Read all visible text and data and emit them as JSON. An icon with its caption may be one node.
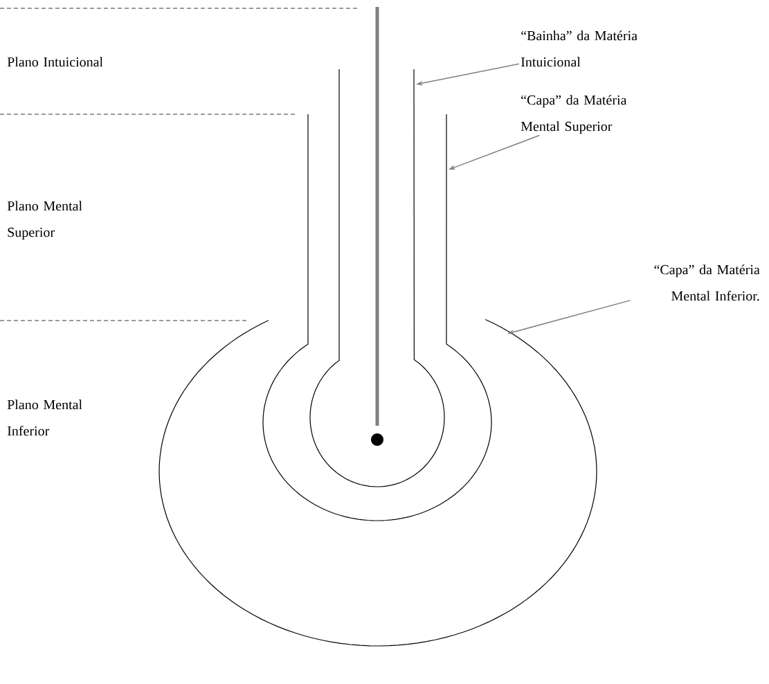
{
  "diagram": {
    "nodes": [
      {
        "text": [
          "“Bainha” da Matéria Intuicional"
        ]
      },
      {
        "text": [
          "“Capa” da Matéria Mental Superior"
        ]
      },
      {
        "text": [
          "“Capa” da Matéria Mental Inferior."
        ]
      }
    ],
    "edges": [
      {
        "from": 0,
        "to": null,
        "arrow": "to",
        "color": "#808080"
      },
      {
        "from": 1,
        "to": null,
        "arrow": "to",
        "color": "#808080"
      },
      {
        "from": 2,
        "to": null,
        "arrow": "to",
        "color": "#808080"
      }
    ],
    "labels": [
      "Plano Intuicional",
      "Plano Mental Superior",
      "Plano Mental Inferior"
    ]
  }
}
